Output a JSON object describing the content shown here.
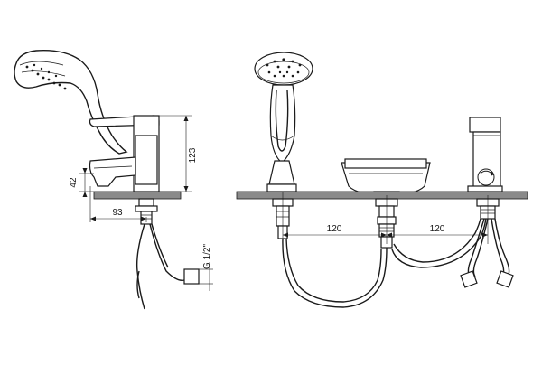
{
  "dimensions": {
    "height_total": "123",
    "height_spout": "42",
    "depth_spout": "93",
    "thread": "G 1/2\"",
    "spacing_left": "120",
    "spacing_right": "120"
  },
  "colors": {
    "line": "#1a1a1a",
    "fill_hatch": "#8a8a8a",
    "background": "#ffffff"
  }
}
